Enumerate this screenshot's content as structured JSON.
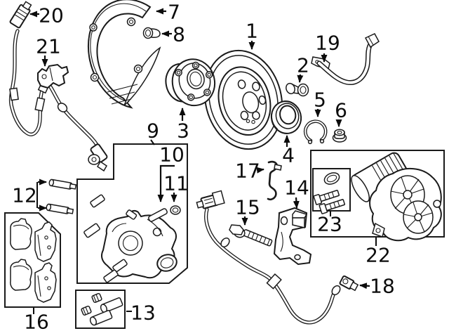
{
  "diagram": {
    "background_color": "#ffffff",
    "line_color": "#1a1a1a",
    "callouts": [
      {
        "label": "1"
      },
      {
        "label": "2"
      },
      {
        "label": "3"
      },
      {
        "label": "4"
      },
      {
        "label": "5"
      },
      {
        "label": "6"
      },
      {
        "label": "7"
      },
      {
        "label": "8"
      },
      {
        "label": "9"
      },
      {
        "label": "10"
      },
      {
        "label": "11"
      },
      {
        "label": "12"
      },
      {
        "label": "13"
      },
      {
        "label": "14"
      },
      {
        "label": "15"
      },
      {
        "label": "16"
      },
      {
        "label": "17"
      },
      {
        "label": "18"
      },
      {
        "label": "19"
      },
      {
        "label": "20"
      },
      {
        "label": "21"
      },
      {
        "label": "22"
      },
      {
        "label": "23"
      }
    ]
  }
}
